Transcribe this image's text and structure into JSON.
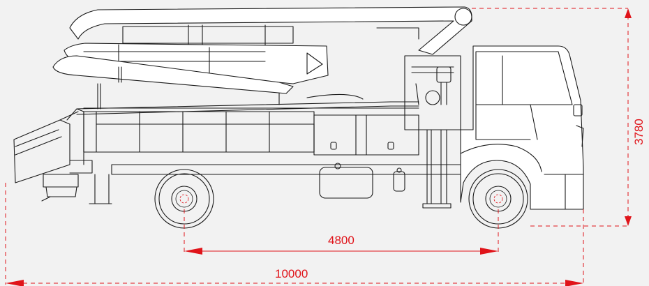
{
  "dimensions": {
    "wheelbase": {
      "label": "4800"
    },
    "overall_length": {
      "label": "10000"
    },
    "overall_height": {
      "label": "3780"
    }
  },
  "colors": {
    "dimension": "#e0141a",
    "outline": "#1a1a1a",
    "background": "#f2f2f2"
  }
}
